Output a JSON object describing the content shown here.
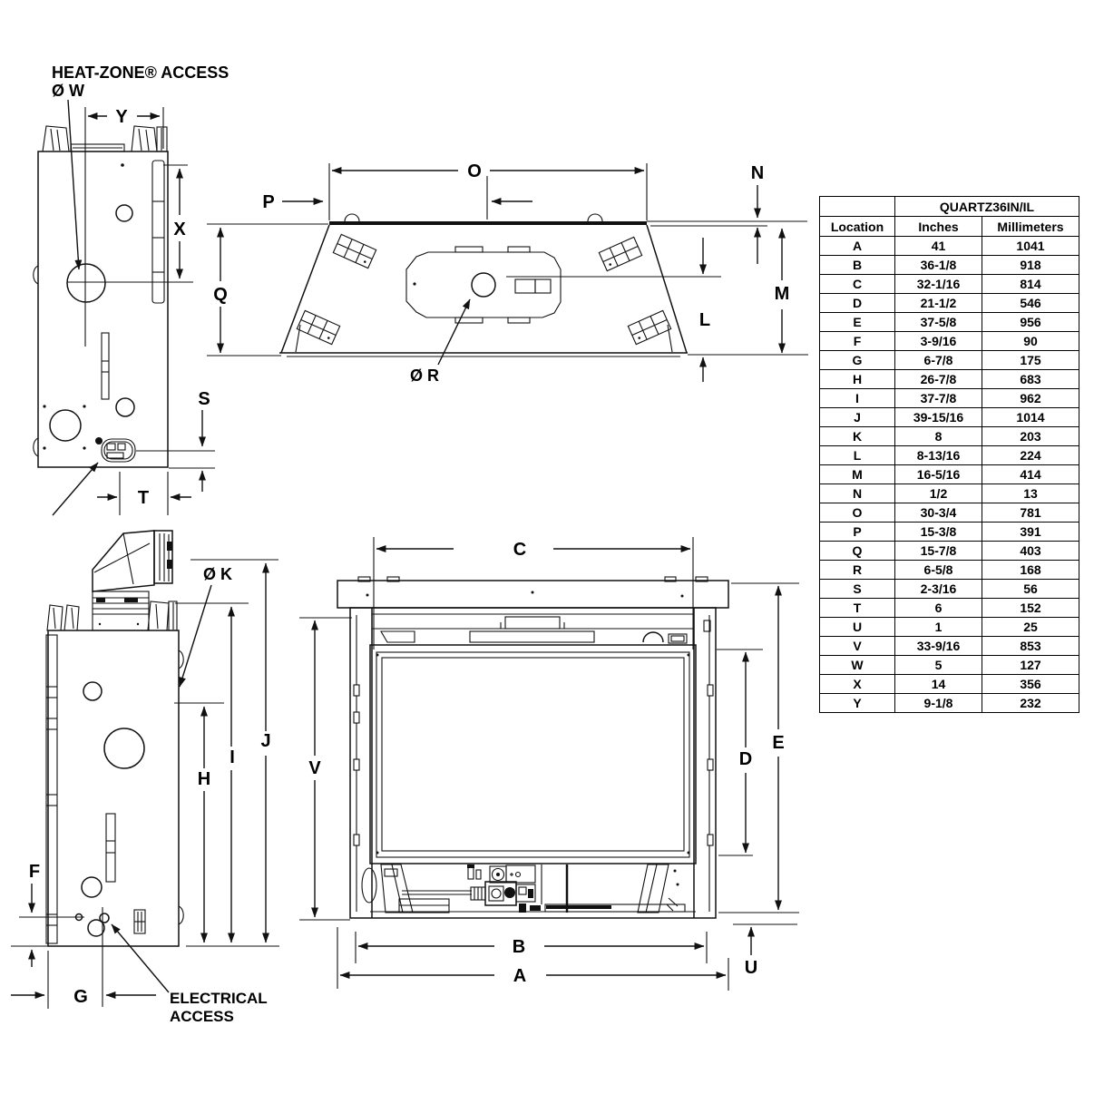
{
  "drawing_labels": {
    "heat_zone_access": "HEAT-ZONE® ACCESS",
    "heat_zone_diameter": "Ø W",
    "flue_diameter": "Ø K",
    "flue_collar_diameter": "Ø R",
    "electrical_access_line1": "ELECTRICAL",
    "electrical_access_line2": "ACCESS"
  },
  "dims": {
    "A": "A",
    "B": "B",
    "C": "C",
    "D": "D",
    "E": "E",
    "F": "F",
    "G": "G",
    "H": "H",
    "I": "I",
    "J": "J",
    "L": "L",
    "M": "M",
    "N": "N",
    "O": "O",
    "P": "P",
    "Q": "Q",
    "S": "S",
    "T": "T",
    "U": "U",
    "V": "V",
    "X": "X",
    "Y": "Y"
  },
  "table": {
    "model": "QUARTZ36IN/IL",
    "columns": [
      "Location",
      "Inches",
      "Millimeters"
    ],
    "rows": [
      [
        "A",
        "41",
        "1041"
      ],
      [
        "B",
        "36-1/8",
        "918"
      ],
      [
        "C",
        "32-1/16",
        "814"
      ],
      [
        "D",
        "21-1/2",
        "546"
      ],
      [
        "E",
        "37-5/8",
        "956"
      ],
      [
        "F",
        "3-9/16",
        "90"
      ],
      [
        "G",
        "6-7/8",
        "175"
      ],
      [
        "H",
        "26-7/8",
        "683"
      ],
      [
        "I",
        "37-7/8",
        "962"
      ],
      [
        "J",
        "39-15/16",
        "1014"
      ],
      [
        "K",
        "8",
        "203"
      ],
      [
        "L",
        "8-13/16",
        "224"
      ],
      [
        "M",
        "16-5/16",
        "414"
      ],
      [
        "N",
        "1/2",
        "13"
      ],
      [
        "O",
        "30-3/4",
        "781"
      ],
      [
        "P",
        "15-3/8",
        "391"
      ],
      [
        "Q",
        "15-7/8",
        "403"
      ],
      [
        "R",
        "6-5/8",
        "168"
      ],
      [
        "S",
        "2-3/16",
        "56"
      ],
      [
        "T",
        "6",
        "152"
      ],
      [
        "U",
        "1",
        "25"
      ],
      [
        "V",
        "33-9/16",
        "853"
      ],
      [
        "W",
        "5",
        "127"
      ],
      [
        "X",
        "14",
        "356"
      ],
      [
        "Y",
        "9-1/8",
        "232"
      ]
    ]
  }
}
